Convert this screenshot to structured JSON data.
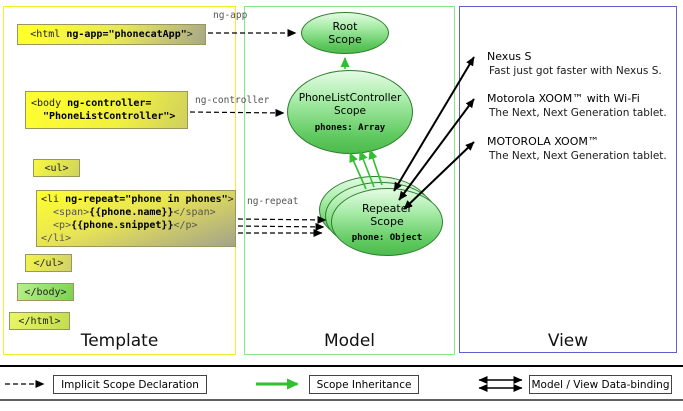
{
  "colors": {
    "template_border": "#f0ec2e",
    "model_border": "#86e886",
    "view_border": "#6060cc",
    "scope_fill": "#5fc95f",
    "inheritance_arrow": "#2fbf2f",
    "code_highlight_yellow": "#ffff2e"
  },
  "template_panel": {
    "label": "Template",
    "html_tag": {
      "a": "<html ",
      "b": "ng-app=\"phonecatApp\"",
      "c": ">"
    },
    "body_tag": {
      "a": "<body ",
      "b": "ng-controller=",
      "c": "\"PhoneListController\">"
    },
    "ul_open": "<ul>",
    "li_block": {
      "line1": {
        "a": "<li ",
        "b": "ng-repeat=\"phone in phones\"",
        "c": ">"
      },
      "line2": {
        "a": "  <span>",
        "b": "{{phone.name}}",
        "c": "</span>"
      },
      "line3": {
        "a": "  <p>",
        "b": "{{phone.snippet}}",
        "c": "</p>"
      },
      "line4": "</li>"
    },
    "ul_close": "</ul>",
    "body_close": "</body>",
    "html_close": "</html>"
  },
  "model_panel": {
    "label": "Model",
    "root_scope": {
      "name_line1": "Root",
      "name_line2": "Scope"
    },
    "controller_scope": {
      "name_line1": "PhoneListController",
      "name_line2": "Scope",
      "prop": "phones: Array"
    },
    "repeater_scope": {
      "name_line1": "Repeater",
      "name_line2": "Scope",
      "prop": "phone: Object"
    }
  },
  "view_panel": {
    "label": "View",
    "items": [
      {
        "title": "Nexus S",
        "subtitle": "Fast just got faster with Nexus S."
      },
      {
        "title": "Motorola XOOM™ with Wi-Fi",
        "subtitle": "The Next, Next Generation tablet."
      },
      {
        "title": "MOTOROLA XOOM™",
        "subtitle": "The Next, Next Generation tablet."
      }
    ]
  },
  "arrow_labels": {
    "ng_app": "ng-app",
    "ng_controller": "ng-controller",
    "ng_repeat": "ng-repeat"
  },
  "legend": {
    "implicit_scope": "Implicit Scope Declaration",
    "scope_inheritance": "Scope Inheritance",
    "data_binding": "Model / View Data-binding"
  }
}
